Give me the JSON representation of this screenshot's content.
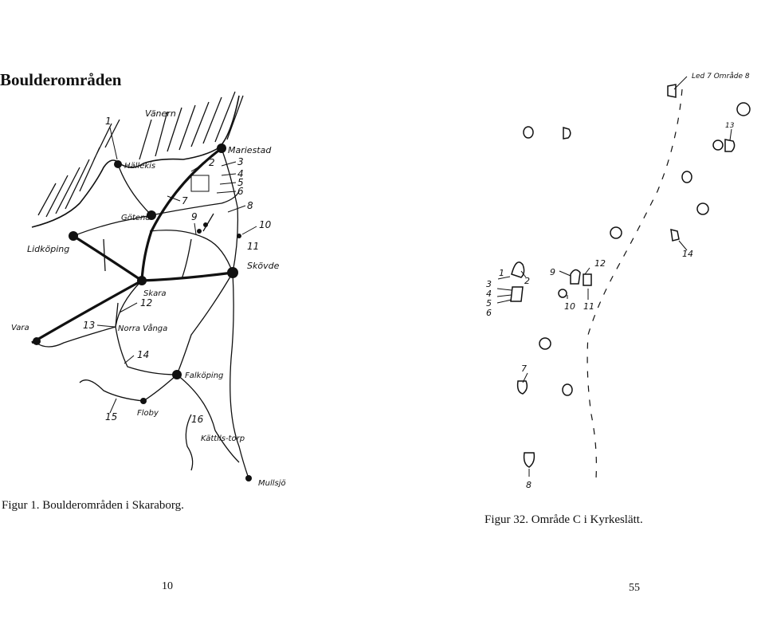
{
  "left_page": {
    "heading": "Boulderområden",
    "caption": "Figur 1. Boulderområden i Skaraborg.",
    "page_number": "10",
    "map_labels": {
      "vanern": "Vänern",
      "hallekis": "Hällekis",
      "mariestad": "Mariestad",
      "gotene": "Götene",
      "lidkoping": "Lidköping",
      "skovde": "Skövde",
      "skara": "Skara",
      "vara": "Vara",
      "norra_vanga": "Norra Vånga",
      "falkoping": "Falköping",
      "floby": "Floby",
      "kattilstorp": "Kättils-torp",
      "mullsjo": "Mullsjö"
    },
    "map_numbers": [
      "1",
      "2",
      "3",
      "4",
      "5",
      "6",
      "7",
      "8",
      "9",
      "10",
      "11",
      "12",
      "13",
      "14",
      "15",
      "16"
    ]
  },
  "right_page": {
    "caption": "Figur 32. Område C i Kyrkeslätt.",
    "page_number": "55",
    "top_note": "Led 7 Område 8",
    "boulder_numbers": [
      "1",
      "2",
      "3",
      "4",
      "5",
      "6",
      "7",
      "8",
      "9",
      "10",
      "11",
      "12",
      "13",
      "14"
    ]
  }
}
